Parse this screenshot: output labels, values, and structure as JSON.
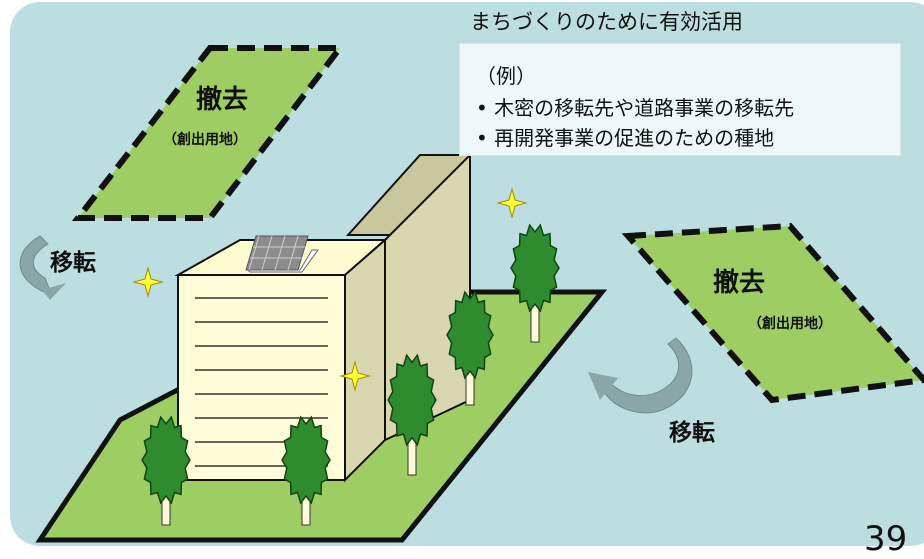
{
  "heading": "まちづくりのために有効活用",
  "note": {
    "example": "（例）",
    "bullet1": "• 木密の移転先や道路事業の移転先",
    "bullet2": "• 再開発事業の促進のための種地"
  },
  "lots": [
    {
      "title": "撤去",
      "subtitle": "（創出用地）"
    },
    {
      "title": "撤去",
      "subtitle": "（創出用地）"
    }
  ],
  "relocation_labels": [
    "移転",
    "移転"
  ],
  "page_number": "39",
  "colors": {
    "background": "#bcdee0",
    "lot_fill": "#9dcd63",
    "ground_fill": "#9dcd63",
    "building_front": "#fffdd8",
    "building_back": "#d9d7b0",
    "tree": "#2e8b2e",
    "arrow": "#8aa6a8",
    "sparkle": "#ffff33"
  }
}
